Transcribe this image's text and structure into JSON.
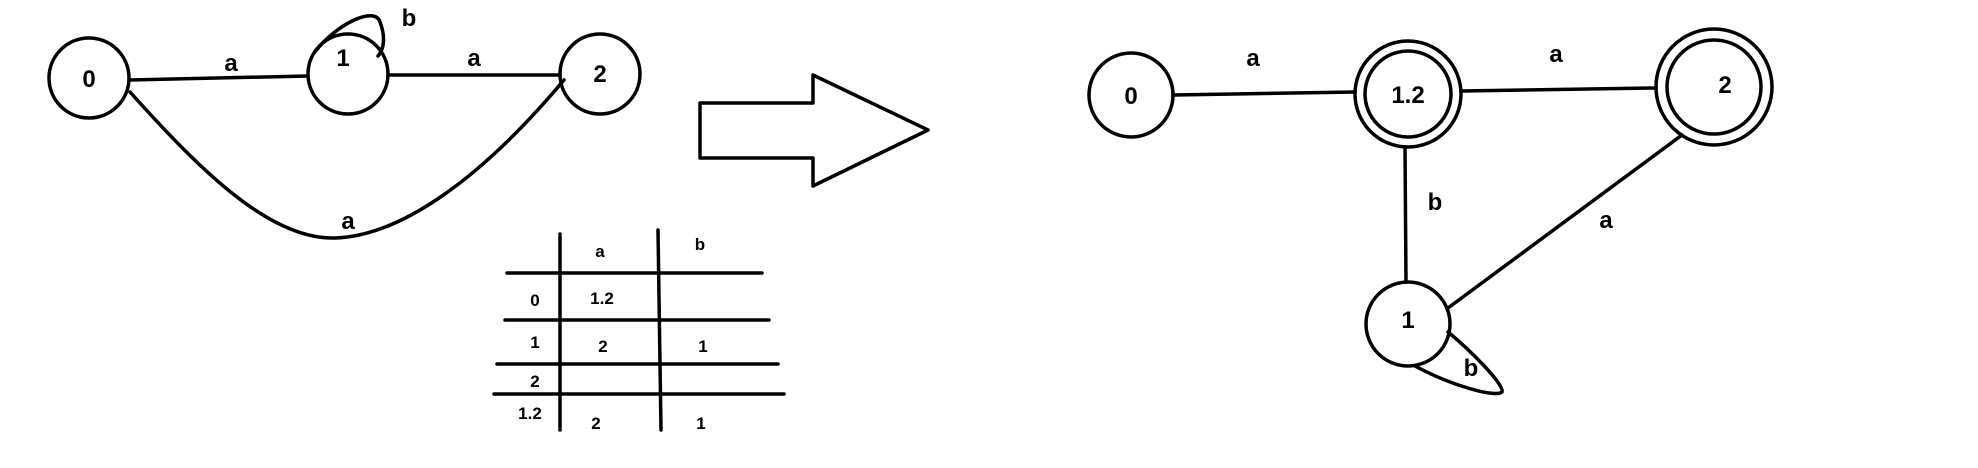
{
  "nfa": {
    "states": [
      "0",
      "1",
      "2"
    ],
    "transitions": [
      {
        "from": "0",
        "to": "1",
        "label": "a"
      },
      {
        "from": "1",
        "to": "2",
        "label": "a"
      },
      {
        "from": "0",
        "to": "2",
        "label": "a"
      },
      {
        "from": "1",
        "to": "1",
        "label": "b"
      }
    ]
  },
  "table": {
    "headers": [
      "",
      "a",
      "b"
    ],
    "rows": [
      [
        "0",
        "1.2",
        ""
      ],
      [
        "1",
        "2",
        "1"
      ],
      [
        "2",
        "",
        ""
      ],
      [
        "1.2",
        "2",
        "1"
      ]
    ]
  },
  "dfa": {
    "states": [
      "0",
      "1.2",
      "2",
      "1"
    ],
    "accepting": [
      "1.2",
      "2"
    ],
    "transitions": [
      {
        "from": "0",
        "to": "1.2",
        "label": "a"
      },
      {
        "from": "1.2",
        "to": "2",
        "label": "a"
      },
      {
        "from": "1.2",
        "to": "1",
        "label": "b"
      },
      {
        "from": "1",
        "to": "2",
        "label": "a"
      },
      {
        "from": "1",
        "to": "1",
        "label": "b"
      }
    ]
  }
}
